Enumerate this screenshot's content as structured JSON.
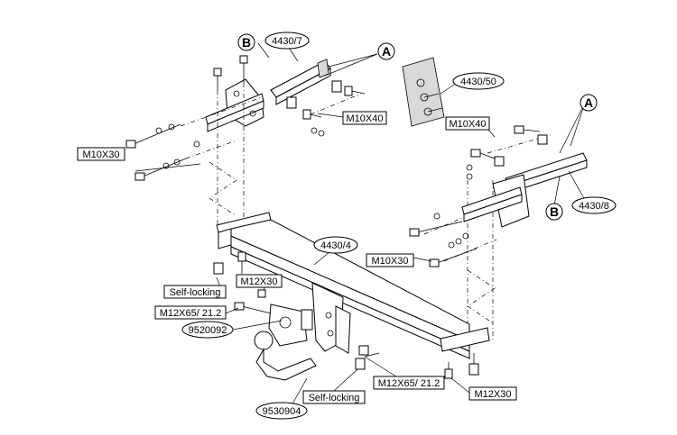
{
  "labels": {
    "b_top": "B",
    "a_top": "A",
    "b_right": "B",
    "a_right": "A",
    "part_4430_7": "4430/7",
    "part_4430_50": "4430/50",
    "part_4430_8": "4430/8",
    "part_4430_4": "4430/4",
    "m10x30_left": "M10X30",
    "m10x40_top": "M10X40",
    "m10x40_right": "M10X40",
    "m10x30_right": "M10X30",
    "self_locking_left": "Self-locking",
    "m12x30_left": "M12X30",
    "m12x65_left": "M12X65/ 21.2",
    "part_9520092": "9520092",
    "part_9530904": "9530904",
    "self_locking_bottom": "Self-locking",
    "m12x65_bottom": "M12X65/ 21.2",
    "m12x30_bottom": "M12X30"
  }
}
